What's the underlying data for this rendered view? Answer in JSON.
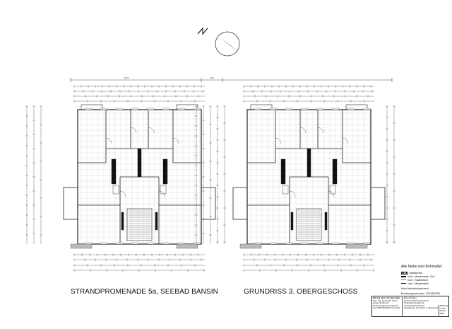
{
  "drawing": {
    "title_left": "STRANDPROMENADE 5a, SEEBAD BANSIN",
    "title_right": "GRUNDRISS 3. OBERGESCHOSS",
    "dim_total": "16,52",
    "dim_center": "3,82"
  },
  "legend": {
    "heading": "Alle Maße sind Rohmaße!",
    "items": [
      {
        "label": "Stahlbeton"
      },
      {
        "label": "vorh. Mauerwerk, 2x2"
      },
      {
        "label": "vorh. Stahlbeton"
      },
      {
        "label": "vorh. Mauerwerk"
      }
    ],
    "notes": [
      "Kein Mehrfachnutzen!",
      "Buchungsnummer: 123456789"
    ]
  },
  "title_block": {
    "company_lines": [
      "MG Ing. Büro für Baustatik",
      "Dipl.-Ing. Alexander Heinz",
      "Lange Straße 24",
      "17424 Seebad Heringsdorf",
      "Tel. 038378/22222 Fax 22223"
    ],
    "project_lines": [
      "Bauvorhaben:",
      "Neubau Mehrfamilienhaus",
      "Strandpromenade 5a",
      "17429 Seebad Bansin",
      "Darstellung: Grundriss 3. Obergeschoss"
    ],
    "meta_lines": [
      "Maßstab",
      "1:100",
      "Datum",
      "Blatt"
    ]
  },
  "icons": {
    "north": "north-arrow-icon"
  }
}
